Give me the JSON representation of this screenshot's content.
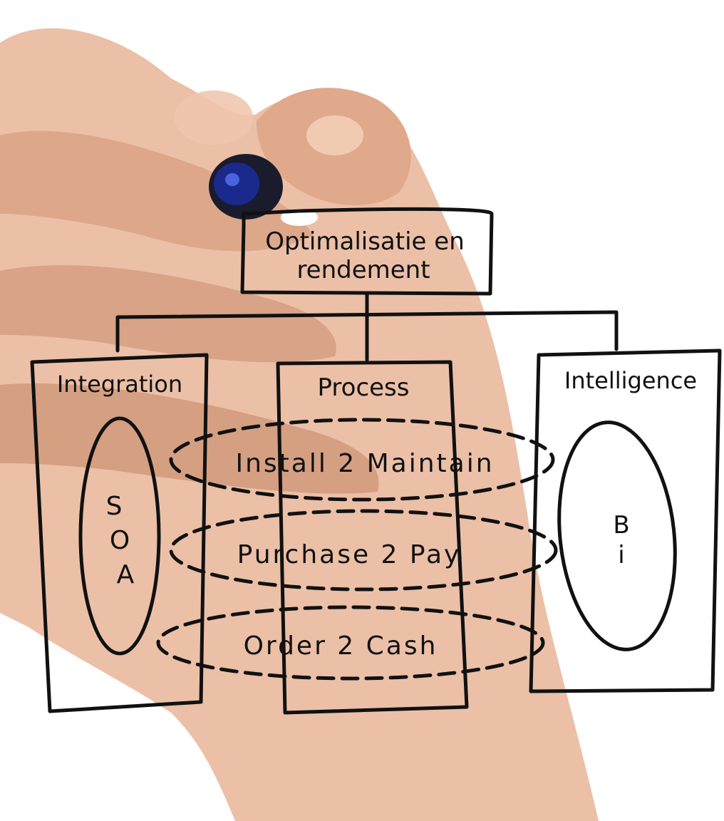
{
  "colors": {
    "ink": "#111111",
    "skin": "#e8b598",
    "skin_shadow": "#c98f72",
    "marker_cap": "#1a2a8c",
    "background": "#ffffff"
  },
  "diagram": {
    "top_box": {
      "line1": "Optimalisatie en",
      "line2": "rendement"
    },
    "columns": [
      {
        "title": "Integration",
        "oval_letters": [
          "S",
          "O",
          "A"
        ]
      },
      {
        "title": "Process"
      },
      {
        "title": "Intelligence",
        "oval_letters": [
          "B",
          "i"
        ]
      }
    ],
    "processes": [
      "Install 2 Maintain",
      "Purchase 2 Pay",
      "Order 2 Cash"
    ]
  },
  "photo": {
    "subject": "hand-holding-marker"
  }
}
